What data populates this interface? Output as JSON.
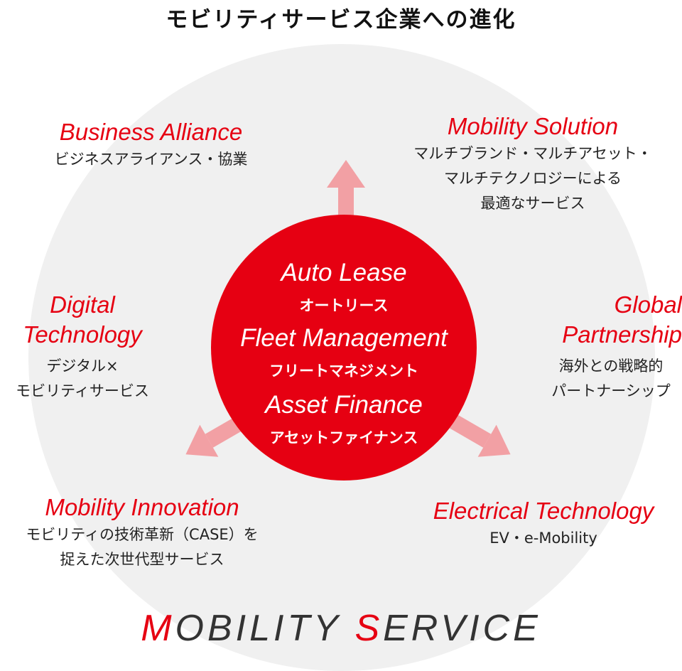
{
  "title": "モビリティサービス企業への進化",
  "core": {
    "items": [
      {
        "en": "Auto Lease",
        "jp": "オートリース"
      },
      {
        "en": "Fleet Management",
        "jp": "フリートマネジメント"
      },
      {
        "en": "Asset Finance",
        "jp": "アセットファイナンス"
      }
    ]
  },
  "segments": {
    "business_alliance": {
      "en": "Business Alliance",
      "jp": [
        "ビジネスアライアンス・協業"
      ]
    },
    "mobility_solution": {
      "en": "Mobility Solution",
      "jp": [
        "マルチブランド・マルチアセット・",
        "マルチテクノロジーによる",
        "最適なサービス"
      ]
    },
    "digital_technology": {
      "en": [
        "Digital",
        "Technology"
      ],
      "jp": [
        "デジタル×",
        "モビリティサービス"
      ]
    },
    "global_partnership": {
      "en": [
        "Global",
        "Partnership"
      ],
      "jp": [
        "海外との戦略的",
        "パートナーシップ"
      ]
    },
    "mobility_innovation": {
      "en": "Mobility Innovation",
      "jp": [
        "モビリティの技術革新（CASE）を",
        "捉えた次世代型サービス"
      ]
    },
    "electrical_technology": {
      "en": "Electrical Technology",
      "jp": [
        "EV・e-Mobility"
      ]
    }
  },
  "footer": {
    "m": "M",
    "rest1": "OBILITY ",
    "s": "S",
    "rest2": "ERVICE"
  },
  "colors": {
    "accent": "#e60012",
    "arrow": "#f2a0a4",
    "background_circle": "#f0f0f0"
  }
}
